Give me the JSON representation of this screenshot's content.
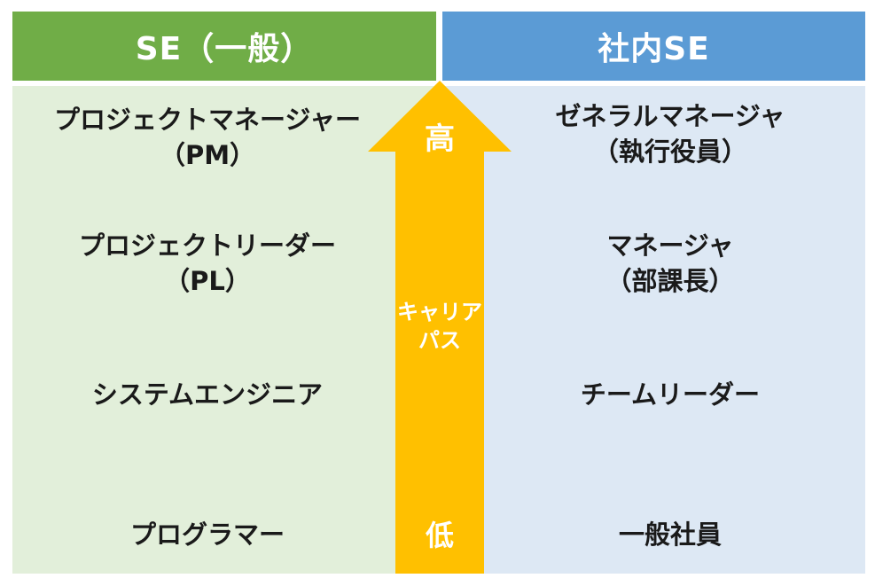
{
  "headers": {
    "left": "SE（一般）",
    "right": "社内SE"
  },
  "left_roles": [
    {
      "line1": "プロジェクトマネージャー",
      "line2": "（PM）"
    },
    {
      "line1": "プロジェクトリーダー",
      "line2": "（PL）"
    },
    {
      "line1": "システムエンジニア",
      "line2": ""
    },
    {
      "line1": "プログラマー",
      "line2": ""
    }
  ],
  "right_roles": [
    {
      "line1": "ゼネラルマネージャ",
      "line2": "（執行役員）"
    },
    {
      "line1": "マネージャ",
      "line2": "（部課長）"
    },
    {
      "line1": "チームリーダー",
      "line2": ""
    },
    {
      "line1": "一般社員",
      "line2": ""
    }
  ],
  "arrow": {
    "top_label": "高",
    "middle_label_line1": "キャリア",
    "middle_label_line2": "パス",
    "bottom_label": "低",
    "color": "#ffc000"
  },
  "colors": {
    "left_header": "#70ad47",
    "right_header": "#5b9bd5",
    "left_panel": "#e2efda",
    "right_panel": "#dde8f4"
  }
}
